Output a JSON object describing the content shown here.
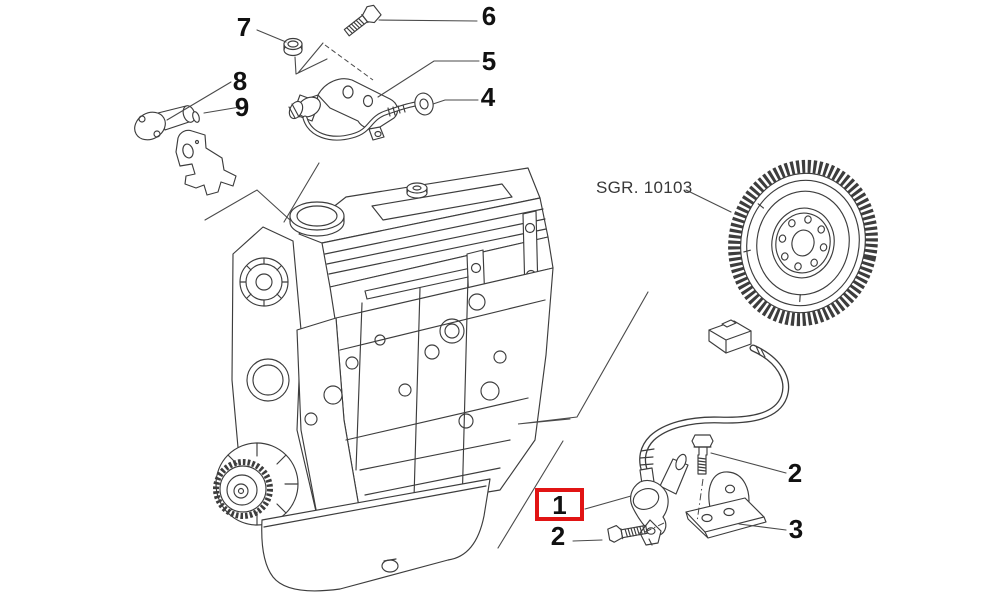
{
  "colors": {
    "background": "#ffffff",
    "line_art": "#3d3d3d",
    "leader_lines": "#4a4a4a",
    "label_text": "#111111",
    "highlight_box": "#e11414"
  },
  "reference": {
    "label": "SGR. 10103"
  },
  "callouts": {
    "c1": {
      "label": "1",
      "highlighted": true
    },
    "c2_lower_left": {
      "label": "2"
    },
    "c2_upper_right": {
      "label": "2"
    },
    "c3": {
      "label": "3"
    },
    "c4": {
      "label": "4"
    },
    "c5": {
      "label": "5"
    },
    "c6": {
      "label": "6"
    },
    "c7": {
      "label": "7"
    },
    "c8": {
      "label": "8"
    },
    "c9": {
      "label": "9"
    }
  }
}
